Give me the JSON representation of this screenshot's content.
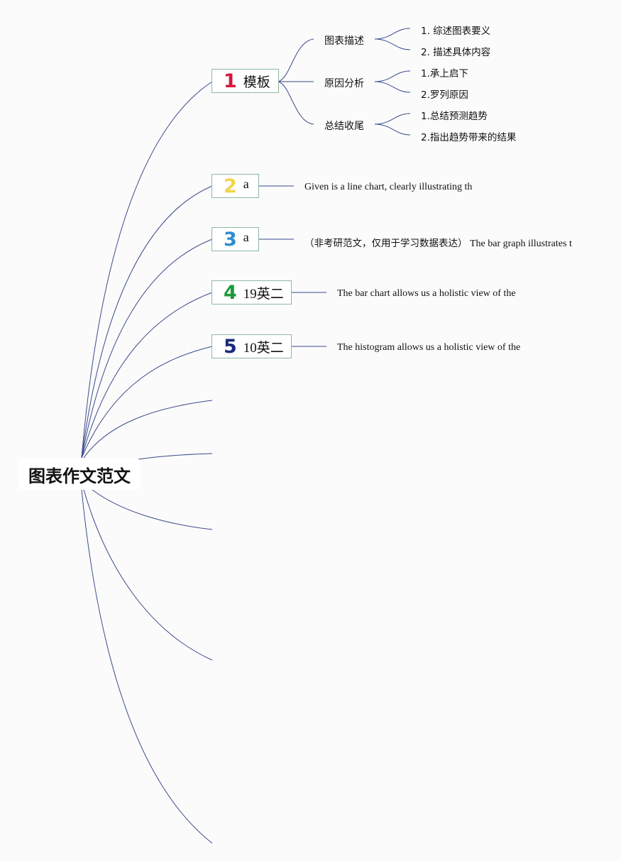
{
  "root": {
    "title": "图表作文范文"
  },
  "branches": [
    {
      "num": "1",
      "color": "#d6183a",
      "label": "模板"
    },
    {
      "num": "2",
      "color": "#f1d44c",
      "label": "a"
    },
    {
      "num": "3",
      "color": "#2a8fd0",
      "label": "a"
    },
    {
      "num": "4",
      "color": "#1a9a3a",
      "label": "19英二"
    },
    {
      "num": "5",
      "color": "#1a2a7a",
      "label": "10英二"
    }
  ],
  "template_children": [
    {
      "label": "图表描述",
      "items": [
        "1. 综述图表要义",
        "2. 描述具体内容"
      ]
    },
    {
      "label": "原因分析",
      "items": [
        "1.承上启下",
        "2.罗列原因"
      ]
    },
    {
      "label": "总结收尾",
      "items": [
        "1.总结预测趋势",
        "2.指出趋势带来的结果"
      ]
    }
  ],
  "branch_texts": {
    "b2": "Given is a line chart, clearly illustrating th",
    "b3_cn": "（非考研范文，仅用于学习数据表达）",
    "b3_en": "The bar graph illustrates t",
    "b4": "The bar chart allows us a holistic view of the",
    "b5": "The histogram allows us a holistic view of the"
  },
  "colors": {
    "link": "#3a4a8c",
    "node_border": "#8db8a6"
  }
}
